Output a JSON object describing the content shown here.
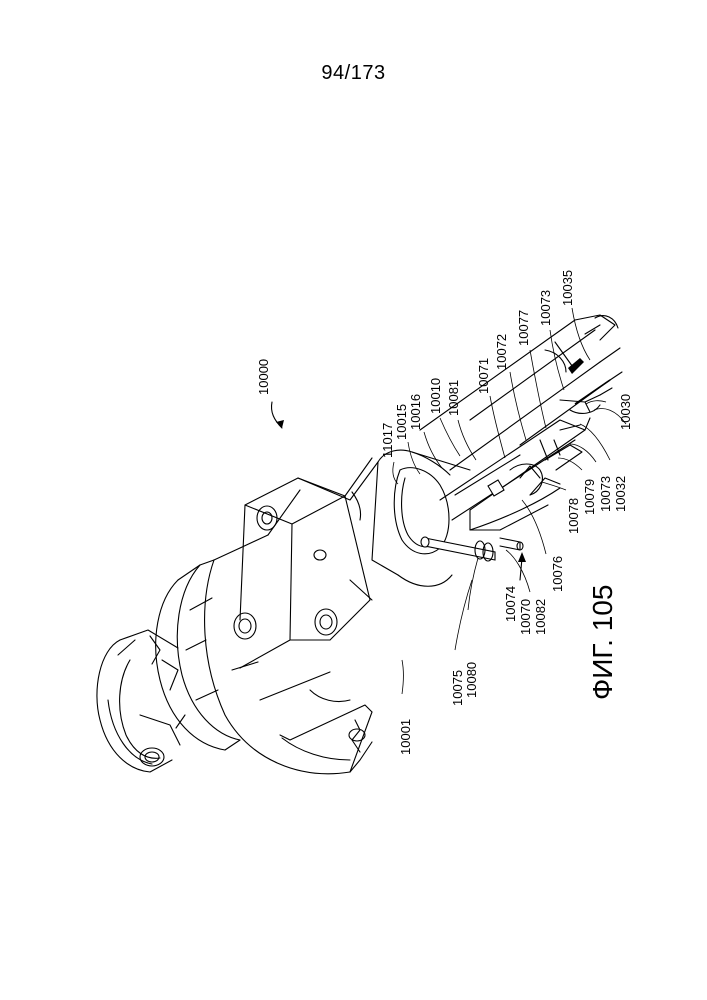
{
  "page": {
    "number": "94/173"
  },
  "figure": {
    "caption": "ФИГ. 105",
    "assembly_ref": "10000",
    "refs": {
      "r10001": "10001",
      "r10075": "10075",
      "r10080": "10080",
      "r10074": "10074",
      "r10070": "10070",
      "r10082": "10082",
      "r10076": "10076",
      "r10078": "10078",
      "r10079": "10079",
      "r10073b": "10073",
      "r10032": "10032",
      "r10030": "10030",
      "r11017": "11017",
      "r10015": "10015",
      "r10016": "10016",
      "r10010": "10010",
      "r10081": "10081",
      "r10071": "10071",
      "r10072": "10072",
      "r10077": "10077",
      "r10073a": "10073",
      "r10035": "10035"
    }
  }
}
